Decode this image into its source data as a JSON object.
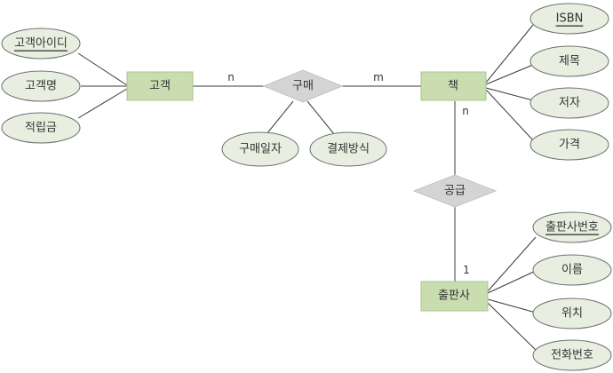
{
  "entities": {
    "customer": {
      "label": "고객"
    },
    "book": {
      "label": "책"
    },
    "publisher": {
      "label": "출판사"
    }
  },
  "relationships": {
    "purchase": {
      "label": "구매"
    },
    "supply": {
      "label": "공급"
    }
  },
  "attributes": {
    "customer_id": {
      "label": "고객아이디",
      "key": true
    },
    "customer_name": {
      "label": "고객명",
      "key": false
    },
    "points": {
      "label": "적립금",
      "key": false
    },
    "purchase_date": {
      "label": "구매일자",
      "key": false
    },
    "payment_method": {
      "label": "결제방식",
      "key": false
    },
    "isbn": {
      "label": "ISBN",
      "key": true
    },
    "title": {
      "label": "제목",
      "key": false
    },
    "author": {
      "label": "저자",
      "key": false
    },
    "price": {
      "label": "가격",
      "key": false
    },
    "publisher_no": {
      "label": "출판사번호",
      "key": true
    },
    "publisher_name": {
      "label": "이름",
      "key": false
    },
    "location": {
      "label": "위치",
      "key": false
    },
    "phone": {
      "label": "전화번호",
      "key": false
    }
  },
  "cardinalities": {
    "customer_purchase": "n",
    "book_purchase": "m",
    "book_supply": "n",
    "publisher_supply": "1"
  },
  "colors": {
    "entity_fill": "#c9ddb1",
    "attribute_fill": "#e8efe0",
    "relationship_fill": "#d4d4d4",
    "line": "#3a3a3a"
  }
}
